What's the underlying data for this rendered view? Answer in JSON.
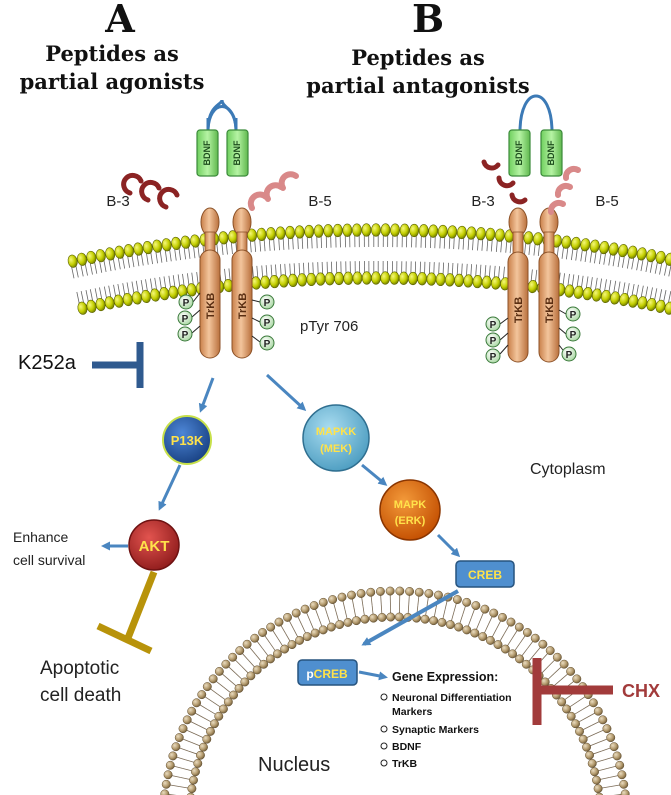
{
  "panel_a": {
    "letter": "A",
    "title_line1": "Peptides as",
    "title_line2": "partial agonists",
    "peptide_b3": "B-3",
    "peptide_b5": "B-5"
  },
  "panel_b": {
    "letter": "B",
    "title_line1": "Peptides as",
    "title_line2": "partial antagonists",
    "peptide_b3": "B-3",
    "peptide_b5": "B-5"
  },
  "receptor": {
    "ligand_label": "BDNF",
    "receptor_label": "TrKB",
    "phospho_label": "P",
    "phospho_site": "pTyr 706"
  },
  "inhibitors": {
    "k252a": "K252a",
    "chx": "CHX"
  },
  "nodes": {
    "p13k": "P13K",
    "akt": "AKT",
    "mapkk_line1": "MAPKK",
    "mapkk_line2": "(MEK)",
    "mapk_line1": "MAPK",
    "mapk_line2": "(ERK)",
    "creb": "CREB",
    "pcreb_prefix": "p",
    "pcreb_main": "CREB"
  },
  "outcomes": {
    "survival_line1": "Enhance",
    "survival_line2": "cell survival",
    "apoptosis_line1": "Apoptotic",
    "apoptosis_line2": "cell death"
  },
  "compartments": {
    "cytoplasm": "Cytoplasm",
    "nucleus": "Nucleus"
  },
  "gene_expression": {
    "title": "Gene Expression:",
    "item1_line1": "Neuronal Differentiation",
    "item1_line2": "Markers",
    "item2": "Synaptic Markers",
    "item3": "BDNF",
    "item4": "TrKB"
  },
  "colors": {
    "membrane_head": "#c8d400",
    "nuclear_head": "#b59a6c",
    "receptor": "#e2a673",
    "ligand": "#8fe07c",
    "arrow": "#4a86c0",
    "inhibitor_blue": "#2f5a8f",
    "inhibitor_gold": "#b8930a",
    "inhibitor_red": "#a23b3b",
    "peptide_dark": "#8b2323",
    "peptide_light": "#d98989"
  }
}
